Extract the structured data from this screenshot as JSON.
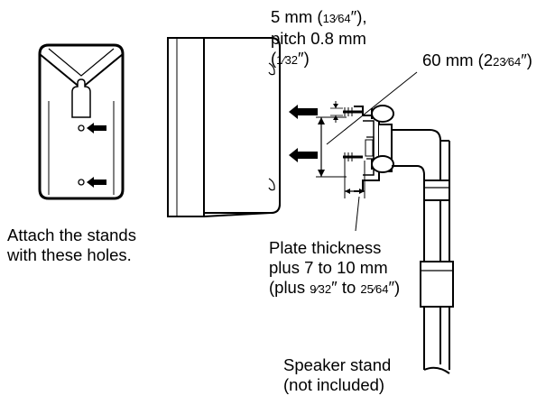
{
  "labels": {
    "screw_size": {
      "line1_a": "5 mm (",
      "line1_frac": "13⁄64",
      "line1_b": "″),",
      "line2": "pitch 0.8 mm",
      "line3_a": "(",
      "line3_frac": "1⁄32",
      "line3_b": "″)"
    },
    "stand_length": {
      "a": "60 mm (2",
      "frac": "23⁄64",
      "b": "″)"
    },
    "attach": {
      "line1": "Attach the stands",
      "line2": "with these holes."
    },
    "plate": {
      "line1": "Plate thickness",
      "line2": "plus 7 to 10 mm",
      "line3_a": "(plus ",
      "line3_frac1": "9⁄32",
      "line3_mid": "″ to ",
      "line3_frac2": "25⁄64",
      "line3_b": "″)"
    },
    "stand": {
      "line1": "Speaker stand",
      "line2": "(not included)"
    }
  },
  "icons": [
    "speaker-back-view",
    "speaker-side-view",
    "speaker-stand",
    "bracket",
    "screw",
    "wing-nut",
    "arrow-left"
  ]
}
